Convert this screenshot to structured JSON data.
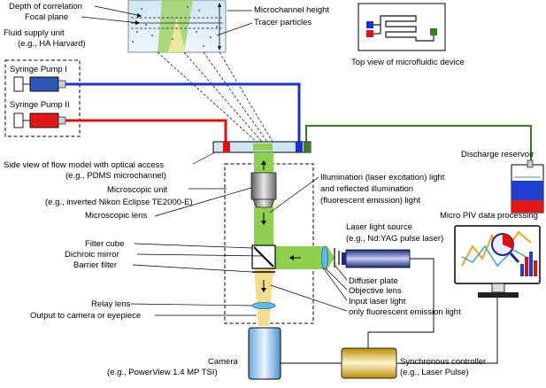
{
  "labels": {
    "depth_of_correlation": "Depth of correlation",
    "focal_plane": "Focal plane",
    "fluid_supply_unit": "Fluid supply unit",
    "fluid_supply_unit_eg": "(e.g., HA Harvard)",
    "syringe_pump_1": "Syringe Pump I",
    "syringe_pump_2": "Syringe Pump II",
    "microchannel_height": "Microchannel height",
    "tracer_particles": "Tracer particles",
    "top_view": "Top view of microfluidic device",
    "discharge_reservoir": "Discharge reservoir",
    "side_view": "Side view of flow model with optical access",
    "side_view_eg": "(e.g., PDMS microchannel)",
    "microscopic_unit": "Microscopic unit",
    "microscopic_unit_eg": "(e.g., inverted Nikon Eclipse TE2000-E)",
    "microscopic_lens": "Microscopic lens",
    "illumination_1": "Illumination (laser excitation) light",
    "illumination_2": "and reflected illumination",
    "illumination_3": "(fluorescent emission) light",
    "micro_piv": "Micro PIV data processing",
    "laser_source": "Laser light source",
    "laser_source_eg": "(e.g., Nd:YAG pulse laser)",
    "filter_cube": "Filter cube",
    "dichroic_mirror": "Dichroic mirror",
    "barrier_filter": "Barrier filter",
    "diffuser_plate": "Diffuser plate",
    "objective_lens": "Objective lens",
    "input_laser_light": "Input laser light",
    "fluorescent_only": "only fluorescent emission light",
    "relay_lens": "Relay lens",
    "output_camera": "Output to camera or eyepiece",
    "camera": "Camera",
    "camera_eg": "(e.g., PowerView 1.4 MP TSI)",
    "sync_controller": "Synchronous controller",
    "sync_controller_eg": "(e.g., Laser Pulse)"
  },
  "colors": {
    "blue_line": "#1a2fd6",
    "red_line": "#e01010",
    "green_line": "#3a7d1e",
    "laser_green": "#8fd14f",
    "emission_yellow": "#f4dc8c",
    "lens_blue": "#5fb8ee"
  }
}
